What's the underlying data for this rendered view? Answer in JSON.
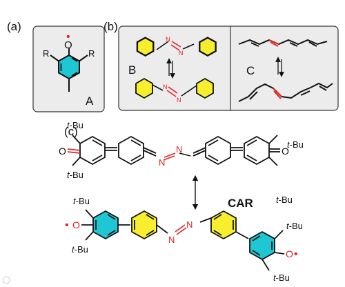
{
  "panels": {
    "a": {
      "label": "(a)",
      "molecule_label": "A",
      "substituent_left": "R",
      "substituent_right": "R",
      "oxygen": "O",
      "radical": "•"
    },
    "b": {
      "label": "(b)",
      "molecule_label": "B",
      "nitrogen": "N"
    },
    "c_box": {
      "molecule_label": "C"
    },
    "c": {
      "label": "(c)",
      "name": "CAR",
      "oxygen": "O",
      "nitrogen": "N",
      "radical": "•",
      "tbu_prefix": "t",
      "tbu_suffix": "-Bu"
    }
  },
  "watermark": "",
  "colors": {
    "aryl_yellow": "#f7ee2e",
    "phenoxyl_cyan": "#1fc7d4",
    "azo_red": "#e02424",
    "box_fill": "#ececec",
    "ink": "#111111"
  }
}
